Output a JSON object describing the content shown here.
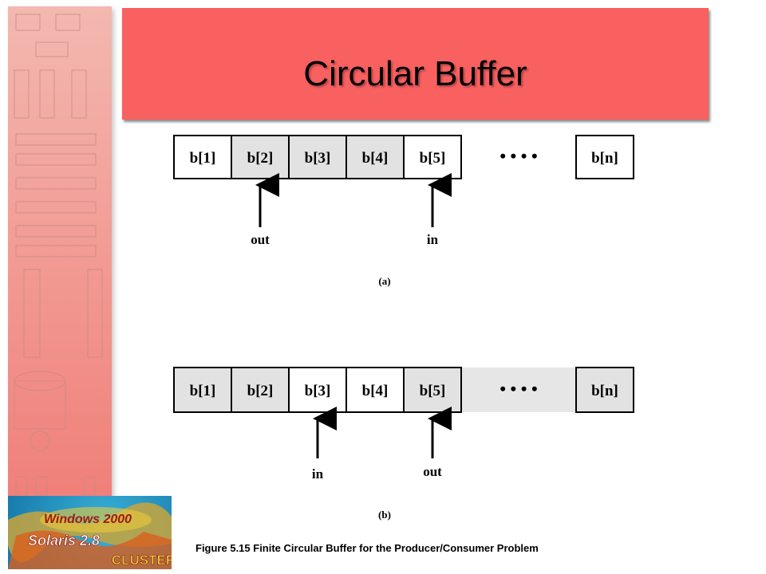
{
  "slide": {
    "title": "Circular Buffer",
    "caption": "Figure 5.15   Finite Circular Buffer for the Producer/Consumer Problem"
  },
  "figure_a": {
    "label": "(a)",
    "cells": [
      "b[1]",
      "b[2]",
      "b[3]",
      "b[4]",
      "b[5]",
      "b[n]"
    ],
    "ellipsis": "• • • •",
    "pointers": [
      {
        "label": "out",
        "cell": "b[2]"
      },
      {
        "label": "in",
        "cell": "b[5]"
      }
    ]
  },
  "figure_b": {
    "label": "(b)",
    "cells": [
      "b[1]",
      "b[2]",
      "b[3]",
      "b[4]",
      "b[5]",
      "b[n]"
    ],
    "ellipsis": "• • • •",
    "pointers": [
      {
        "label": "in",
        "cell": "b[3]"
      },
      {
        "label": "out",
        "cell": "b[5]"
      }
    ]
  },
  "logo": {
    "text_top": "Windows 2000",
    "text_mid": "Solaris 2.8",
    "text_bottom": "CLUSTER"
  },
  "colors": {
    "title_bg": "#f96060",
    "cell_filled": "#e2e2e2",
    "cell_empty": "#ffffff"
  }
}
